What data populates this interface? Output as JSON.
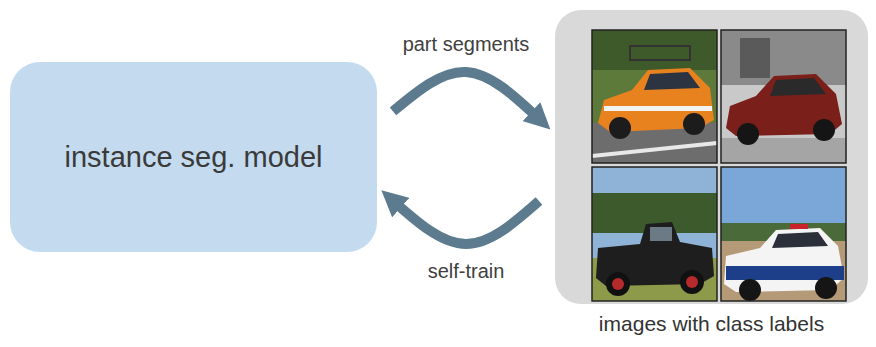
{
  "diagram": {
    "nodes": [
      {
        "text": [
          "instance seg. model"
        ]
      },
      {
        "text": [
          "images with class labels"
        ]
      }
    ],
    "edges": [
      {
        "from": 0,
        "to": 1,
        "label": "part segments",
        "arrow": "to"
      },
      {
        "from": 1,
        "to": 0,
        "label": "self-train",
        "arrow": "to"
      }
    ]
  }
}
